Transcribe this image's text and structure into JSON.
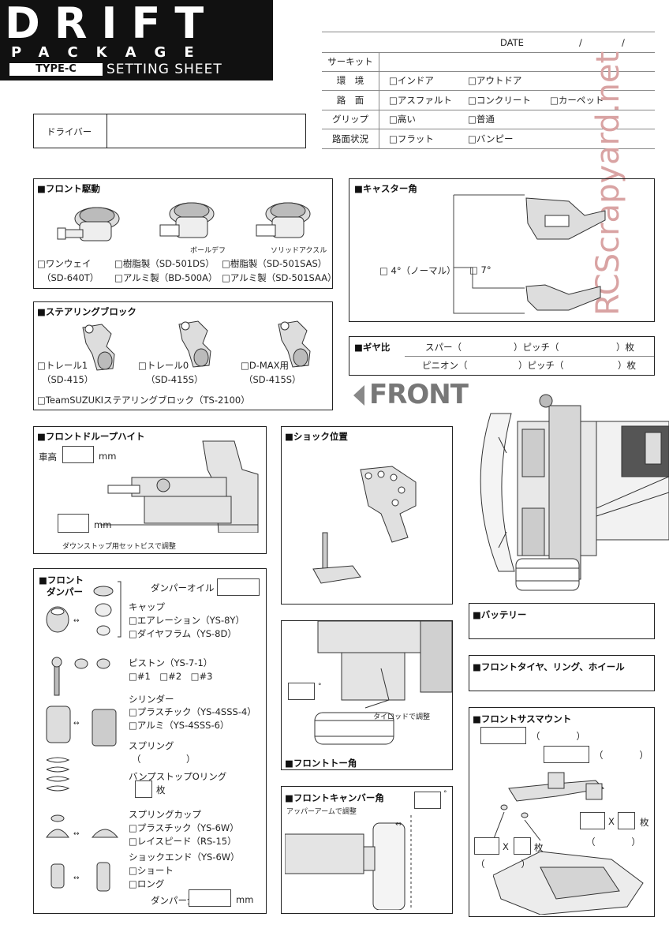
{
  "header": {
    "logo_big": "DRIFT",
    "logo_package": "PACKAGE",
    "logo_type": "TYPE-C",
    "logo_sheet": "SETTING SHEET",
    "driver_label": "ドライバー"
  },
  "conditions": {
    "date_label": "DATE",
    "date_sep1": "/",
    "date_sep2": "/",
    "rows": [
      {
        "label": "サーキット",
        "options": []
      },
      {
        "label": "環　境",
        "options": [
          "□インドア",
          "□アウトドア"
        ]
      },
      {
        "label": "路　面",
        "options": [
          "□アスファルト",
          "□コンクリート",
          "□カーペット"
        ]
      },
      {
        "label": "グリップ",
        "options": [
          "□高い",
          "□普通"
        ]
      },
      {
        "label": "路面状況",
        "options": [
          "□フラット",
          "□バンピー"
        ]
      }
    ]
  },
  "watermark": "RCScrapyard.net",
  "front_drive": {
    "title": "■フロント駆動",
    "ball_diff": "ボールデフ",
    "solid_axle": "ソリッドアクスル",
    "col1": [
      "□ワンウェイ",
      "（SD-640T）"
    ],
    "col2": [
      "□樹脂製（SD-501DS）",
      "□アルミ製（BD-500A）"
    ],
    "col3": [
      "□樹脂製（SD-501SAS）",
      "□アルミ製（SD-501SAA）"
    ]
  },
  "steering_block": {
    "title": "■ステアリングブロック",
    "items": [
      {
        "a": "□トレール1",
        "b": "（SD-415）"
      },
      {
        "a": "□トレール0",
        "b": "（SD-415S）"
      },
      {
        "a": "□D-MAX用",
        "b": "（SD-415S）"
      }
    ],
    "team": "□TeamSUZUKIステアリングブロック（TS-2100）"
  },
  "caster": {
    "title": "■キャスター角",
    "opt1": "□ 4°（ノーマル）",
    "opt2": "□ 7°"
  },
  "gear": {
    "title": "■ギヤ比",
    "row1": [
      "スパー（",
      "）ピッチ（",
      "）枚"
    ],
    "row2": [
      "ピニオン（",
      "）ピッチ（",
      "）枚"
    ]
  },
  "front_label": "FRONT",
  "droop": {
    "title": "■フロントドループハイト",
    "height_label": "車高",
    "mm1": "mm",
    "mm2": "mm",
    "note": "ダウンストップ用セットビスで調整"
  },
  "shock_pos": {
    "title": "■ショック位置"
  },
  "damper": {
    "title1": "■フロント",
    "title2": "ダンパー",
    "oil": "ダンパーオイル",
    "cap_title": "キャップ",
    "cap_opts": [
      "□エアレーション（YS-8Y）",
      "□ダイヤフラム（YS-8D）"
    ],
    "piston": "ピストン（YS-7-1）",
    "piston_opts": "□#1　□#2　□#3",
    "cyl_title": "シリンダー",
    "cyl_opts": [
      "□プラスチック（YS-4SSS-4）",
      "□アルミ（YS-4SSS-6）"
    ],
    "spring": "スプリング",
    "spring_paren": "（　　　　　）",
    "bump": "バンプストップOリング",
    "bump_unit": "枚",
    "cup_title": "スプリングカップ",
    "cup_opts": [
      "□プラスチック（YS-6W）",
      "□レイスピード（RS-15）"
    ],
    "end_title": "ショックエンド（YS-6W）",
    "end_opts": [
      "□ショート",
      "□ロング"
    ],
    "length": "ダンパー全長",
    "length_unit": "mm"
  },
  "toe": {
    "title": "■フロントトー角",
    "note": "タイロッドで調整",
    "deg": "°"
  },
  "camber": {
    "title": "■フロントキャンバー角",
    "note": "アッパーアームで調整",
    "deg": "°"
  },
  "battery": {
    "title": "■バッテリー"
  },
  "tire": {
    "title": "■フロントタイヤ、リング、ホイール"
  },
  "sus_mount": {
    "title": "■フロントサスマウント",
    "x": "X",
    "mai": "枚",
    "paren": "（　　　　）"
  }
}
